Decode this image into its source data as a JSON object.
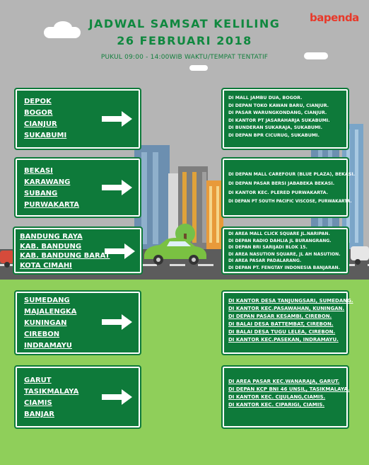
{
  "header": {
    "title": "JADWAL SAMSAT KELILING",
    "date": "26 FEBRUARI 2018",
    "subtitle": "PUKUL 09:00 - 14:00WIB WAKTU/TEMPAT TENTATIF",
    "logo": "bapenda",
    "colors": {
      "primary": "#10883f",
      "logo": "#e8392a",
      "sign": "#0e7a3a"
    }
  },
  "groups": [
    {
      "cities": [
        "DEPOK",
        "BOGOR",
        "CIANJUR",
        "SUKABUMI"
      ],
      "locations": [
        "DI MALL JAMBU DUA, BOGOR.",
        "DI DEPAN TOKO KAWAN BARU, CIANJUR.",
        "DI PASAR WARUNGKONDANG, CIANJUR.",
        "DI KANTOR PT JASARAHARJA SUKABUMI.",
        "DI BUNDERAN SUKARAJA, SUKABUMI.",
        "DI DEPAN BPR CICURUG, SUKABUMI."
      ]
    },
    {
      "cities": [
        "BEKASI",
        "KARAWANG",
        "SUBANG",
        "PURWAKARTA"
      ],
      "locations": [
        "DI DEPAN MALL CAREFOUR (BLUE PLAZA), BEKASI.",
        "DI DEPAN PASAR BERSI JABABEKA BEKASI.",
        "DI KANTOR KEC. PLERED PURWAKARTA.",
        "DI DEPAN PT SOUTH PACIFIC VISCOSE, PURWAKARTA."
      ]
    },
    {
      "cities": [
        "BANDUNG RAYA",
        "KAB. BANDUNG",
        "KAB. BANDUNG BARAT",
        "KOTA CIMAHI"
      ],
      "locations": [
        "DI AREA MALL CLICK SQUARE JL.NARIPAN.",
        "DI DEPAN RADIO DAHLIA JL BURANGRANG.",
        "DI DEPAN BRI SARIJADI BLOK 15.",
        "DI AREA NASUTION SQUARE, JL AH NASUTION.",
        "DI AREA PASAR PADALARANG.",
        "DI DEPAN PT. FENGTAY INDONESIA  BANJARAN."
      ]
    },
    {
      "cities": [
        "SUMEDANG",
        "MAJALENGKA",
        "KUNINGAN",
        "CIREBON",
        "INDRAMAYU"
      ],
      "locations": [
        "DI KANTOR  DESA TANJUNGSARI, SUMEDANG.",
        "DI KANTOR KEC.PASAWAHAN, KUNINGAN.",
        "DI DEPAN PASAR KESAMBI,  CIREBON.",
        "DI BALAI DESA BATTEMBAT, CIREBON.",
        "DI BALAI DESA TUGU LELEA,  CIREBON.",
        "DI KANTOR KEC.PASEKAN, INDRAMAYU."
      ]
    },
    {
      "cities": [
        "GARUT",
        "TASIKMALAYA",
        "CIAMIS",
        "BANJAR"
      ],
      "locations": [
        "DI AREA PASAR KEC.WANARAJA,  GARUT.",
        "DI DEPAN KCP BNI 46 UNSIL, TASIKMALAYA.",
        "DI KANTOR KEC. CIJULANG,CIAMIS.",
        "DI KANTOR KEC. CIPARIGI, CIAMIS."
      ]
    }
  ]
}
